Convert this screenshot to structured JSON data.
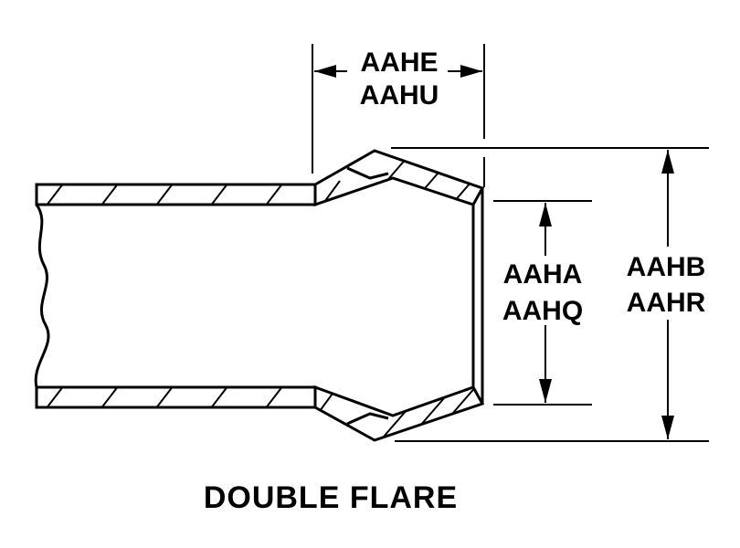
{
  "dimensions": {
    "length": [
      "AAHE",
      "AAHU"
    ],
    "inner_diameter": [
      "AAHA",
      "AAHQ"
    ],
    "outer_diameter": [
      "AAHB",
      "AAHR"
    ]
  },
  "caption": "DOUBLE FLARE"
}
